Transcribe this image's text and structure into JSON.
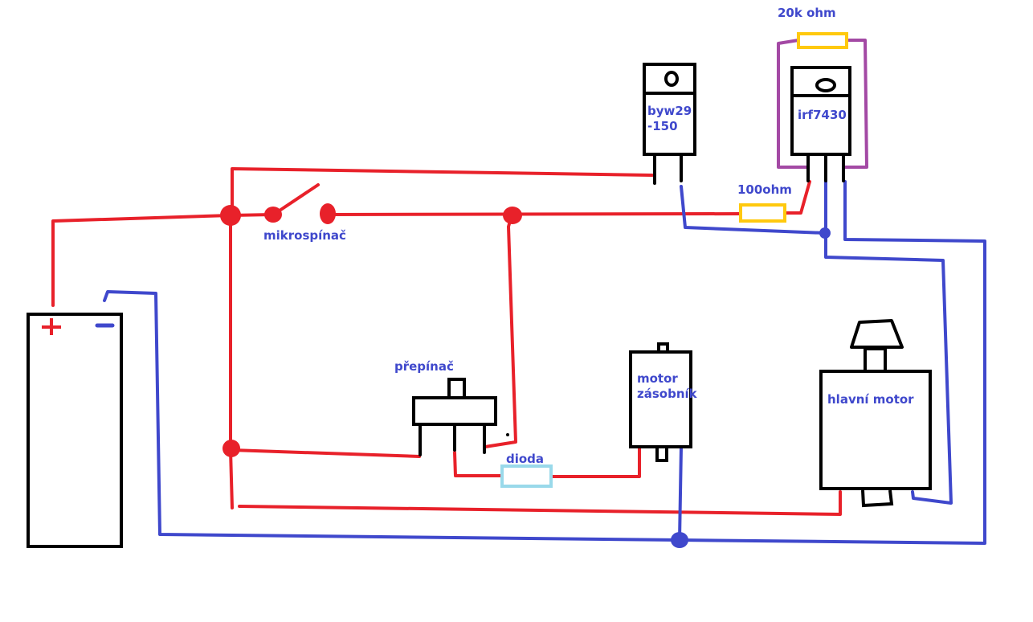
{
  "colors": {
    "positive": "#e8212a",
    "negative": "#3f48cc",
    "gate": "#a349a4",
    "resistor": "#ffc90e",
    "diode": "#99d9ea",
    "outline": "#000000",
    "label": "#3f48cc"
  },
  "battery": {
    "plus_symbol": "+",
    "minus_symbol": "−"
  },
  "labels": {
    "microswitch": "mikrospínač",
    "switch": "přepínač",
    "diode": "dioda",
    "motor_feed_line1": "motor",
    "motor_feed_line2": "zásobník",
    "main_motor": "hlavní motor",
    "diode_component_line1": "byw29",
    "diode_component_line2": "-150",
    "mosfet": "irf7430",
    "resistor_gate": "20k ohm",
    "resistor_series": "100ohm"
  }
}
